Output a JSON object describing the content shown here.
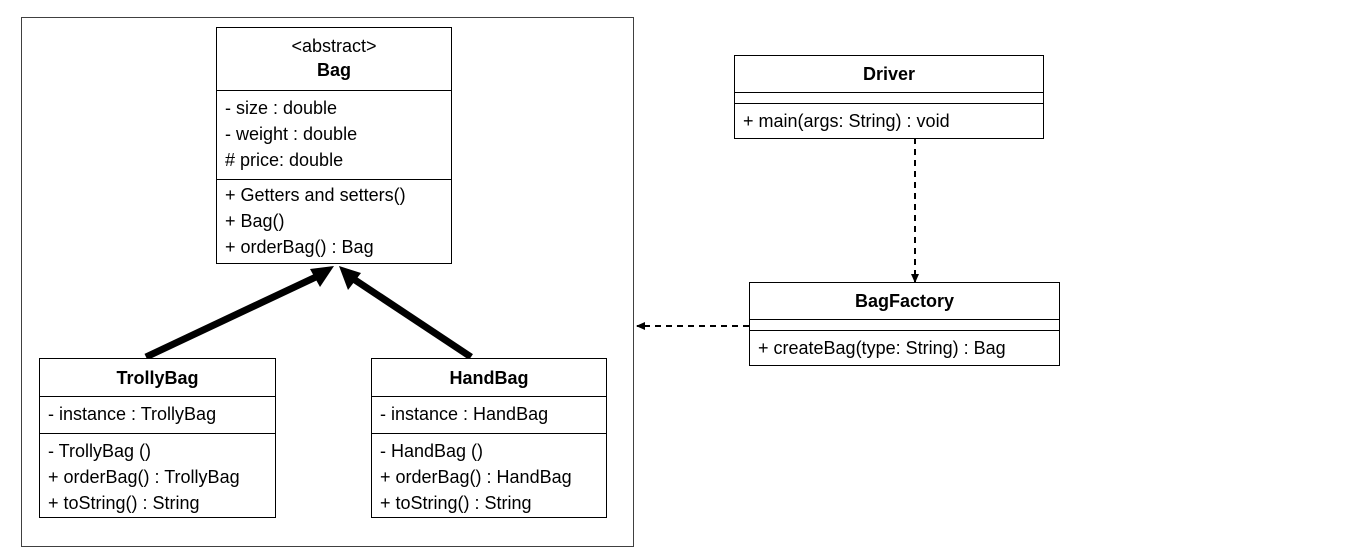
{
  "bag": {
    "stereotype": "<abstract>",
    "name": "Bag",
    "attributes": [
      "- size : double",
      "- weight : double",
      "# price: double"
    ],
    "methods": [
      "+ Getters and setters()",
      "+ Bag()",
      "+ orderBag() : Bag"
    ]
  },
  "trollybag": {
    "name": "TrollyBag",
    "attributes": [
      "- instance : TrollyBag"
    ],
    "methods": [
      "- TrollyBag ()",
      "+ orderBag() : TrollyBag",
      "+ toString() : String"
    ]
  },
  "handbag": {
    "name": "HandBag",
    "attributes": [
      "- instance : HandBag"
    ],
    "methods": [
      "- HandBag ()",
      "+ orderBag() : HandBag",
      "+ toString() : String"
    ]
  },
  "driver": {
    "name": "Driver",
    "methods": [
      "+ main(args: String) : void"
    ]
  },
  "bagfactory": {
    "name": "BagFactory",
    "methods": [
      "+ createBag(type: String) : Bag"
    ]
  }
}
